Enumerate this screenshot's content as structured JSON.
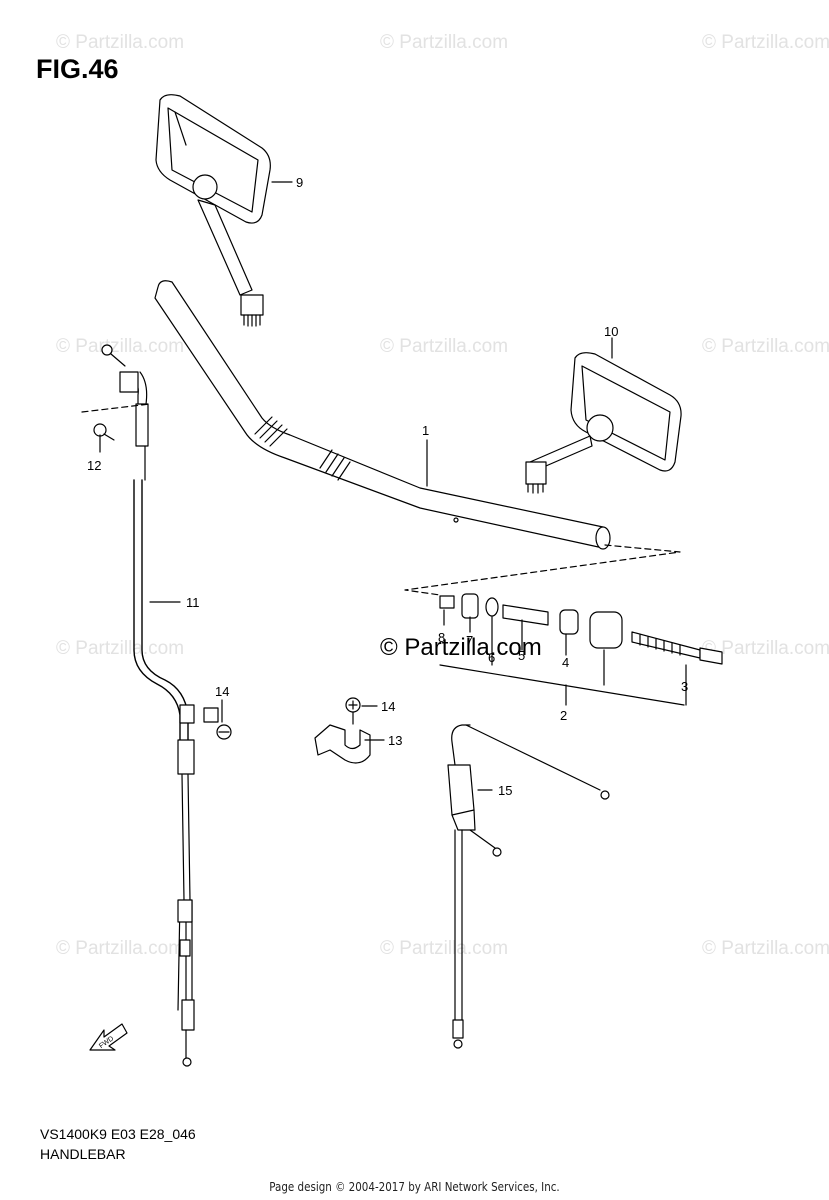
{
  "figure": {
    "title": "FIG.46",
    "model_code": "VS1400K9 E03 E28_046",
    "name": "HANDLEBAR"
  },
  "footer": {
    "text": "Page design © 2004-2017 by ARI Network Services, Inc."
  },
  "watermark": {
    "text": "© Partzilla.com"
  },
  "callouts": {
    "c1": "1",
    "c2": "2",
    "c3": "3",
    "c4": "4",
    "c5": "5",
    "c6": "6",
    "c7": "7",
    "c8": "8",
    "c9": "9",
    "c10": "10",
    "c11": "11",
    "c12": "12",
    "c13": "13",
    "c14a": "14",
    "c14b": "14",
    "c15": "15"
  },
  "icons": {
    "fwd_arrow": "fwd-arrow-icon",
    "fwd_label": "FWD"
  }
}
